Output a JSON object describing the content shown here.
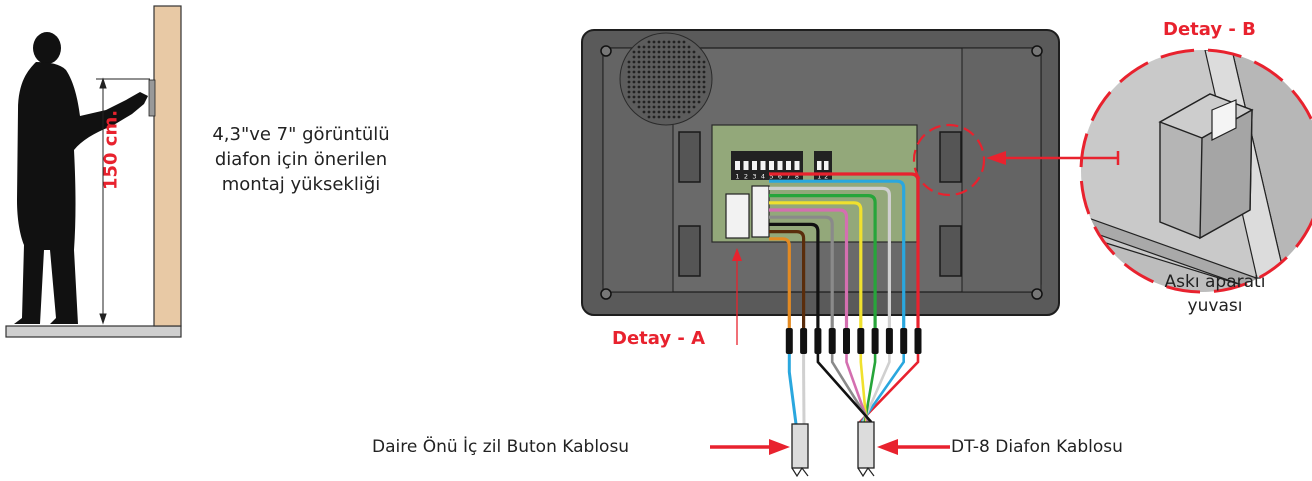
{
  "height_label": "150 cm.",
  "height_caption": {
    "line1": "4,3\"ve 7\" görüntülü",
    "line2": "diafon için önerilen",
    "line3": "montaj yüksekliği"
  },
  "detail_a_label": "Detay - A",
  "detail_b_label": "Detay - B",
  "detail_b_caption": {
    "line1": "Askı aparatı",
    "line2": "yuvası"
  },
  "bell_cable_label": "Daire Önü İç zil Buton Kablosu",
  "diafon_cable_label": "DT-8 Diafon Kablosu",
  "dip_switch_numbers_1": [
    "1",
    "2",
    "3",
    "4",
    "5",
    "6",
    "7",
    "8"
  ],
  "dip_switch_numbers_2": [
    "1",
    "2"
  ],
  "colors": {
    "accent_red": "#e8222e",
    "wall": "#e8c9a5",
    "panel_dark": "#5a5a5a",
    "panel_inner": "#6a6a6a",
    "pcb_green": "#93a87a",
    "wire_colors": [
      "#e8222e",
      "#2aa7de",
      "#d0d0d0",
      "#27a53a",
      "#f0e12e",
      "#d46fb0",
      "#8a8a8a",
      "#111111",
      "#5a2d0c",
      "#e38a22"
    ]
  }
}
